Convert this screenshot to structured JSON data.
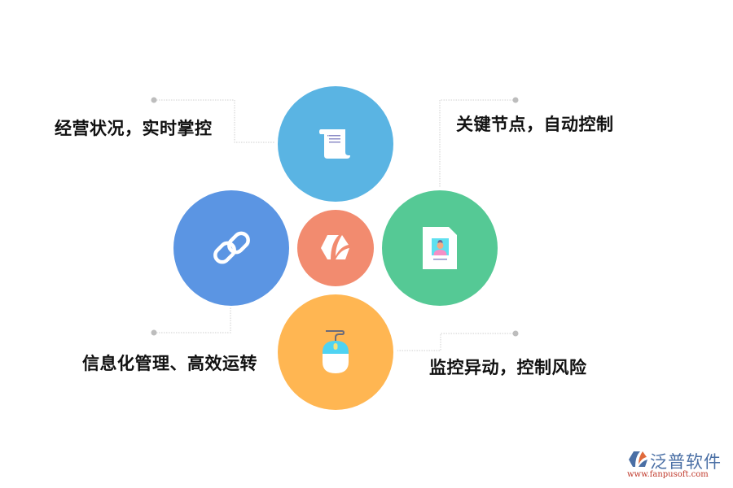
{
  "diagram": {
    "center": {
      "icon": "brand-logo-icon",
      "color": "#f28b6f"
    },
    "nodes": [
      {
        "position": "top",
        "icon": "scroll-document-icon",
        "color": "#5ab4e3"
      },
      {
        "position": "left",
        "icon": "chain-link-icon",
        "color": "#5b95e3"
      },
      {
        "position": "right",
        "icon": "id-card-document-icon",
        "color": "#55c995"
      },
      {
        "position": "bottom",
        "icon": "computer-mouse-icon",
        "color": "#ffb652"
      }
    ],
    "labels": {
      "top_left": "经营状况，实时掌控",
      "top_right": "关键节点，自动控制",
      "bottom_left": "信息化管理、高效运转",
      "bottom_right": "监控异动，控制风险"
    },
    "connector_color": "#cccccc"
  },
  "watermark": {
    "name": "泛普软件",
    "url": "www.fanpusoft.com"
  }
}
